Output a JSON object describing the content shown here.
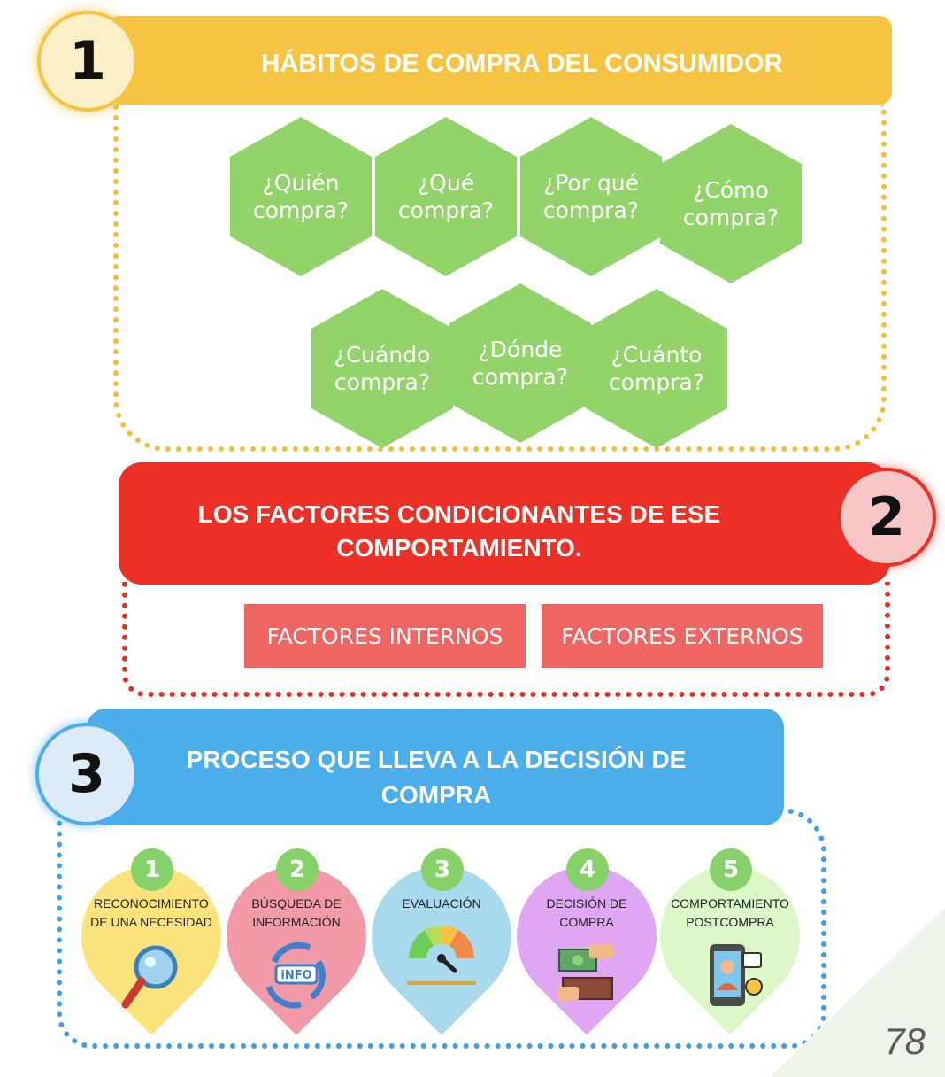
{
  "section1": {
    "number": "1",
    "title": "HÁBITOS DE COMPRA DEL CONSUMIDOR",
    "questions": [
      "¿Quién compra?",
      "¿Qué compra?",
      "¿Por qué compra?",
      "¿Cómo compra?",
      "¿Cuándo compra?",
      "¿Dónde compra?",
      "¿Cuánto compra?"
    ]
  },
  "section2": {
    "number": "2",
    "title_line1": "LOS FACTORES CONDICIONANTES DE ESE",
    "title_line2": "COMPORTAMIENTO.",
    "factors": [
      "FACTORES INTERNOS",
      "FACTORES EXTERNOS"
    ]
  },
  "section3": {
    "number": "3",
    "title_line1": "PROCESO QUE LLEVA A LA DECISIÓN DE",
    "title_line2": "COMPRA",
    "steps": [
      {
        "num": "1",
        "line1": "RECONOCIMIENTO",
        "line2": "DE UNA NECESIDAD",
        "color": "#fbe27a",
        "icon": "magnifier-icon"
      },
      {
        "num": "2",
        "line1": "BÚSQUEDA DE",
        "line2": "INFORMACIÓN",
        "color": "#f29aa8",
        "icon": "info-cycle-icon"
      },
      {
        "num": "3",
        "line1": "EVALUACIÓN",
        "line2": "",
        "color": "#a9d9ec",
        "icon": "gauge-icon"
      },
      {
        "num": "4",
        "line1": "DECISIÓN DE",
        "line2": "COMPRA",
        "color": "#dea6f3",
        "icon": "payment-icon"
      },
      {
        "num": "5",
        "line1": "COMPORTAMIENTO",
        "line2": "POSTCOMPRA",
        "color": "#dcf7c8",
        "icon": "phone-feedback-icon"
      }
    ]
  },
  "colors": {
    "yellow": "#f6c343",
    "red": "#ec3026",
    "blue": "#4baeea",
    "green": "#92d46a"
  },
  "page_number": "78"
}
